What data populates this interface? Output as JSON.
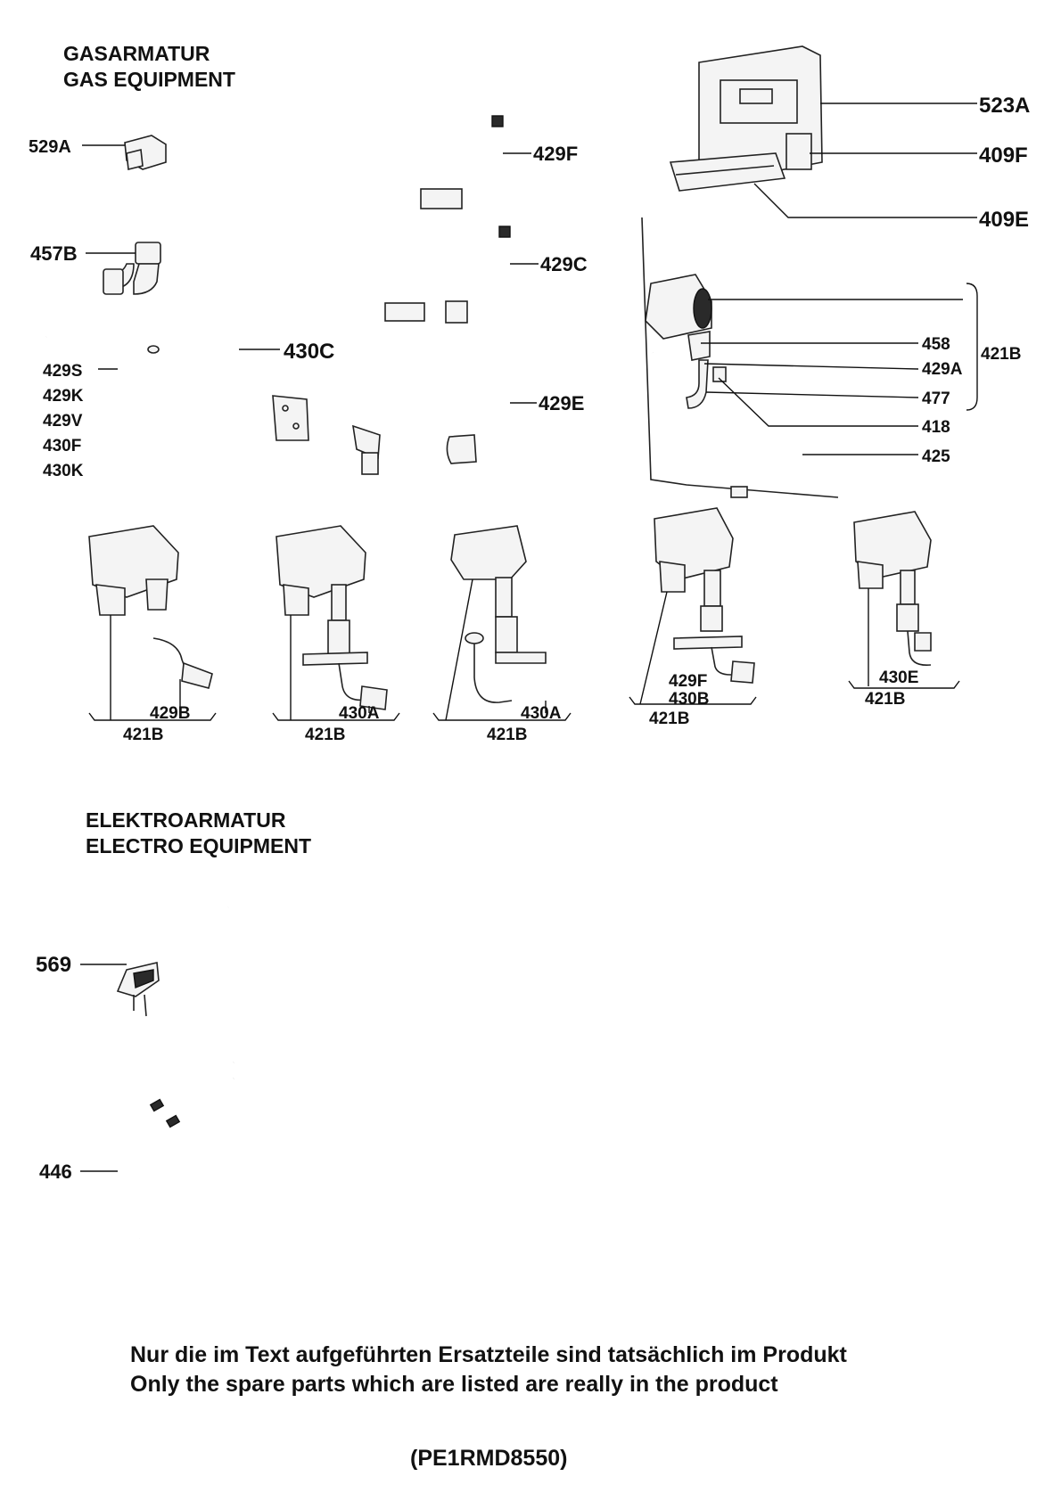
{
  "gas_section": {
    "title_de": "GASARMATUR",
    "title_en": "GAS EQUIPMENT"
  },
  "electro_section": {
    "title_de": "ELEKTROARMATUR",
    "title_en": "ELECTRO EQUIPMENT"
  },
  "parts": {
    "p529A": "529A",
    "p457B": "457B",
    "p429F": "429F",
    "p429C": "429C",
    "p523A": "523A",
    "p409F": "409F",
    "p409E": "409E",
    "stack": [
      "429S",
      "429K",
      "429V",
      "430F",
      "430K"
    ],
    "p430C": "430C",
    "p429E": "429E",
    "assembly": {
      "group": "421B",
      "items": [
        "458",
        "429A",
        "477",
        "418",
        "425"
      ]
    },
    "variants": [
      {
        "parts": [
          "429B"
        ],
        "group": "421B"
      },
      {
        "parts": [
          "430A"
        ],
        "group": "421B"
      },
      {
        "parts": [
          "430A"
        ],
        "group": "421B"
      },
      {
        "parts": [
          "429F",
          "430B"
        ],
        "group": "421B"
      },
      {
        "parts": [
          "430E"
        ],
        "group": "421B"
      }
    ],
    "p569": "569",
    "p446": "446"
  },
  "footer": {
    "note_de": "Nur die im Text aufgeführten Ersatzteile sind tatsächlich im Produkt",
    "note_en": "Only the spare parts which are listed are really in the product",
    "code": "(PE1RMD8550)"
  }
}
